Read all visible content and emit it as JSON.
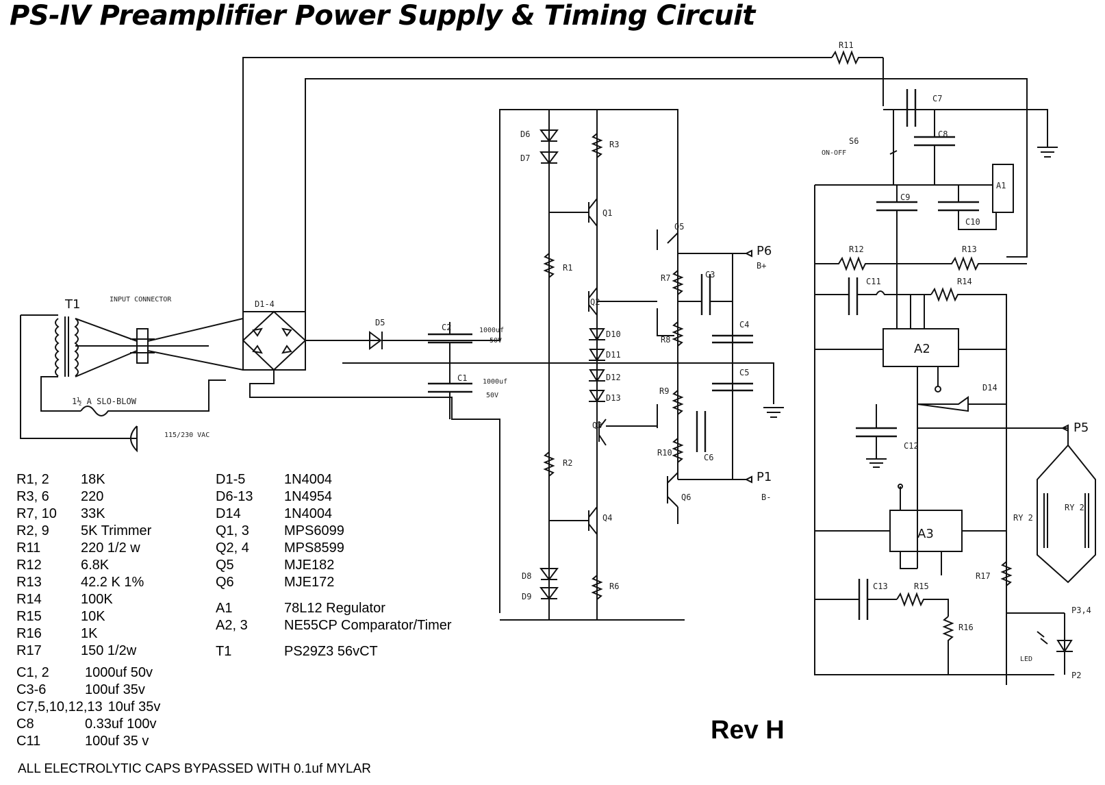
{
  "title": "PS-IV Preamplifier Power Supply & Timing Circuit",
  "revision": "Rev H",
  "note": "ALL ELECTROLYTIC CAPS BYPASSED WITH 0.1uf MYLAR",
  "parts_left": [
    {
      "ref": "R1, 2",
      "value": "18K"
    },
    {
      "ref": "R3, 6",
      "value": "220"
    },
    {
      "ref": "R7, 10",
      "value": "33K"
    },
    {
      "ref": "R2, 9",
      "value": "5K Trimmer"
    },
    {
      "ref": "R11",
      "value": "220 1/2 w"
    },
    {
      "ref": "R12",
      "value": "6.8K"
    },
    {
      "ref": "R13",
      "value": "42.2 K 1%"
    },
    {
      "ref": "R14",
      "value": "100K"
    },
    {
      "ref": "R15",
      "value": "10K"
    },
    {
      "ref": "R16",
      "value": "1K"
    },
    {
      "ref": "R17",
      "value": "150 1/2w"
    }
  ],
  "parts_mid": [
    {
      "ref": "D1-5",
      "value": "1N4004"
    },
    {
      "ref": "D6-13",
      "value": "1N4954"
    },
    {
      "ref": "D14",
      "value": "1N4004"
    },
    {
      "ref": "Q1, 3",
      "value": "MPS6099"
    },
    {
      "ref": "Q2, 4",
      "value": "MPS8599"
    },
    {
      "ref": "Q5",
      "value": "MJE182"
    },
    {
      "ref": "Q6",
      "value": "MJE172"
    },
    {
      "ref": "",
      "value": ""
    },
    {
      "ref": "A1",
      "value": "78L12 Regulator"
    },
    {
      "ref": "A2, 3",
      "value": "NE55CP Comparator/Timer"
    },
    {
      "ref": "",
      "value": ""
    },
    {
      "ref": "T1",
      "value": "PS29Z3 56vCT"
    }
  ],
  "parts_caps": [
    {
      "ref": "C1, 2",
      "value": "1000uf 50v"
    },
    {
      "ref": "C3-6",
      "value": "100uf 35v"
    },
    {
      "ref": "C7,5,10,12,13",
      "value": "10uf 35v"
    },
    {
      "ref": "C8",
      "value": "0.33uf 100v"
    },
    {
      "ref": "C11",
      "value": "100uf 35 v"
    }
  ],
  "schematic": {
    "T1": "T1",
    "connector": "INPUT CONNECTOR",
    "fuse": "1½ A SLO-BLOW",
    "mains": "115/230 VAC",
    "bridge": "D1-4",
    "D5": "D5",
    "C2": "C2",
    "C2_value": "1000uf",
    "C2_volt": "50V",
    "C1": "C1",
    "C1_value": "1000uf",
    "C1_volt": "50V",
    "D6": "D6",
    "D7": "D7",
    "R3": "R3",
    "Q1": "Q1",
    "Q5": "Q5",
    "R1a": "R1",
    "R7": "R7",
    "C3": "C3",
    "P6": "P6",
    "Bplus": "B+",
    "Q2": "Q2",
    "D10": "D10",
    "D11": "D11",
    "D12": "D12",
    "D13": "D13",
    "R8": "R8",
    "C4": "C4",
    "C5": "C5",
    "R9": "R9",
    "Q3": "Q3",
    "R10": "R10",
    "C6": "C6",
    "R2": "R2",
    "Q4": "Q4",
    "Q6": "Q6",
    "P1": "P1",
    "Bminus": "B-",
    "D8": "D8",
    "D9": "D9",
    "R6": "R6",
    "R11": "R11",
    "C7": "C7",
    "C8": "C8",
    "S6": "S6",
    "S6_label": "ON-OFF",
    "C9": "C9",
    "C10": "C10",
    "A1": "A1",
    "R12": "R12",
    "R13": "R13",
    "C11": "C11",
    "R14": "R14",
    "A2": "A2",
    "D14": "D14",
    "C12": "C12",
    "P5": "P5",
    "A3": "A3",
    "RY2a": "RY 2",
    "RY2b": "RY 2",
    "R17": "R17",
    "C13": "C13",
    "R15": "R15",
    "R16": "R16",
    "P34": "P3,4",
    "LED": "LED",
    "P2": "P2"
  }
}
